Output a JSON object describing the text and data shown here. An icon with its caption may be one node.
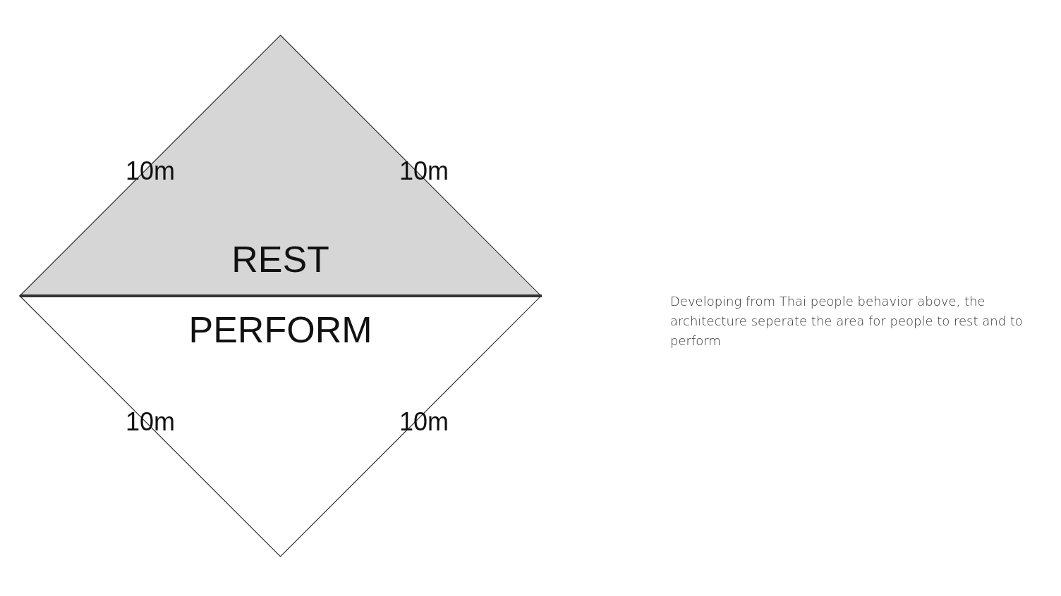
{
  "diagram": {
    "nodes": [
      {
        "text": [
          "REST"
        ]
      },
      {
        "text": [
          "PERFORM"
        ]
      }
    ],
    "labels": [
      "10m",
      "10m",
      "10m",
      "10m",
      "Developing from Thai people behavior above, the architecture seperate the area for people to rest and to perform"
    ]
  }
}
